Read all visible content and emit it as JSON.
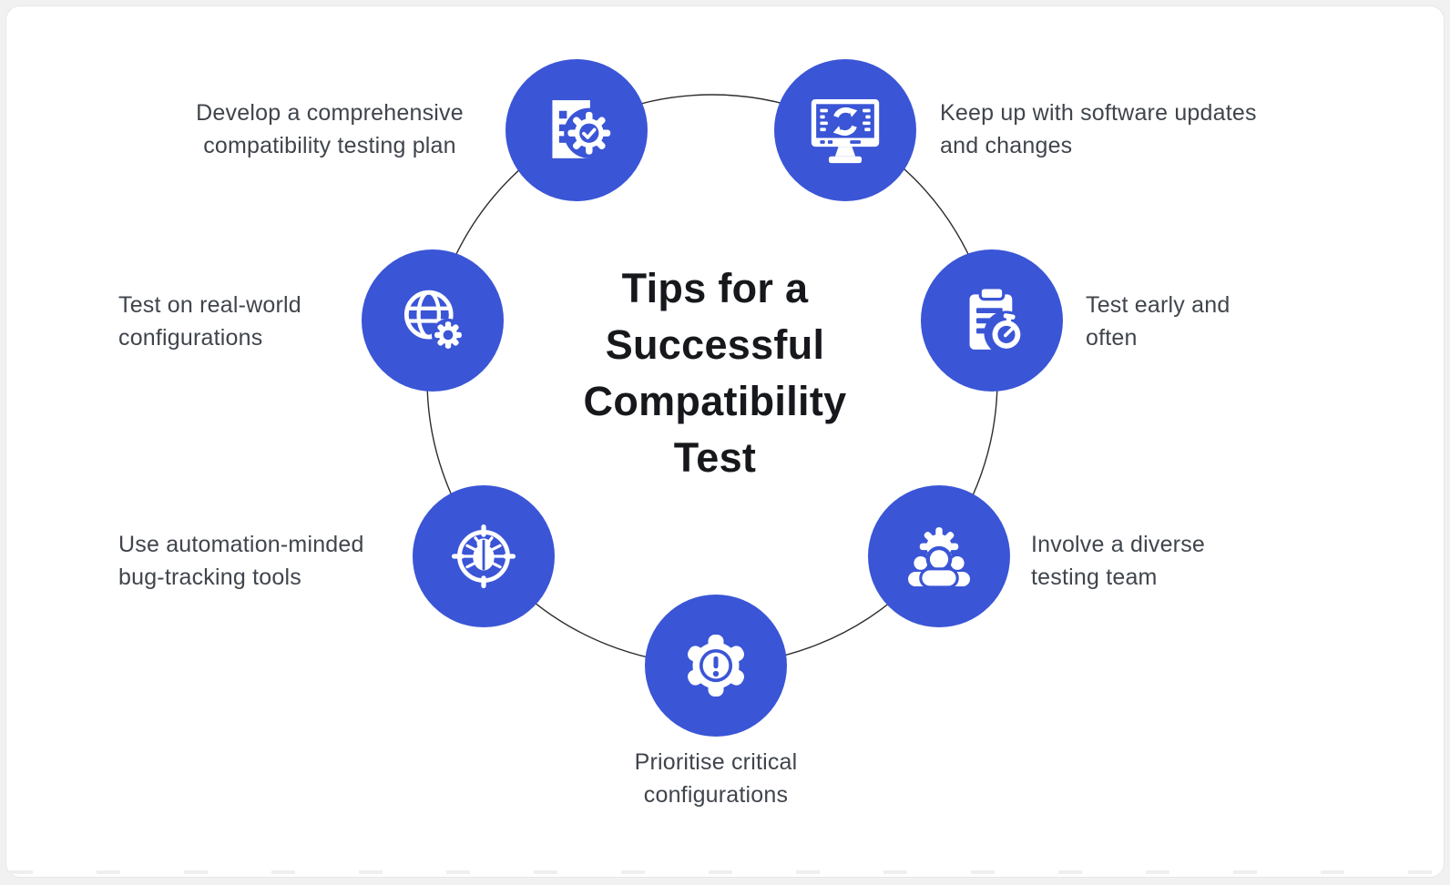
{
  "theme": {
    "accent": "#3a55d6",
    "label_color": "#40454c",
    "title_color": "#16181c",
    "ring_color": "#2d2d2d",
    "page_bg": "#f1f1f2",
    "card_bg": "#ffffff"
  },
  "title": {
    "text": "Tips for a Successful Compatibility Test",
    "lines": [
      "Tips for a",
      "Successful",
      "Compatibility",
      "Test"
    ]
  },
  "items": [
    {
      "id": "develop-plan",
      "icon": "document-gear-icon",
      "label": "Develop a comprehensive compatibility testing plan",
      "lines": [
        "Develop a comprehensive",
        "compatibility testing plan"
      ]
    },
    {
      "id": "software-updates",
      "icon": "monitor-sync-icon",
      "label": "Keep up with software updates and changes",
      "lines": [
        "Keep up with software updates",
        "and changes"
      ]
    },
    {
      "id": "test-early",
      "icon": "clipboard-stopwatch-icon",
      "label": "Test early and often",
      "lines": [
        "Test early and",
        "often"
      ]
    },
    {
      "id": "diverse-team",
      "icon": "team-gear-icon",
      "label": "Involve a diverse testing team",
      "lines": [
        "Involve a diverse",
        "testing team"
      ]
    },
    {
      "id": "prioritise-critical",
      "icon": "gear-alert-icon",
      "label": "Prioritise critical configurations",
      "lines": [
        "Prioritise critical",
        "configurations"
      ]
    },
    {
      "id": "bug-tracking",
      "icon": "bug-target-icon",
      "label": "Use automation-minded bug-tracking tools",
      "lines": [
        "Use automation-minded",
        "bug-tracking tools"
      ]
    },
    {
      "id": "real-world",
      "icon": "globe-gear-icon",
      "label": "Test on real-world configurations",
      "lines": [
        "Test on real-world",
        "configurations"
      ]
    }
  ]
}
